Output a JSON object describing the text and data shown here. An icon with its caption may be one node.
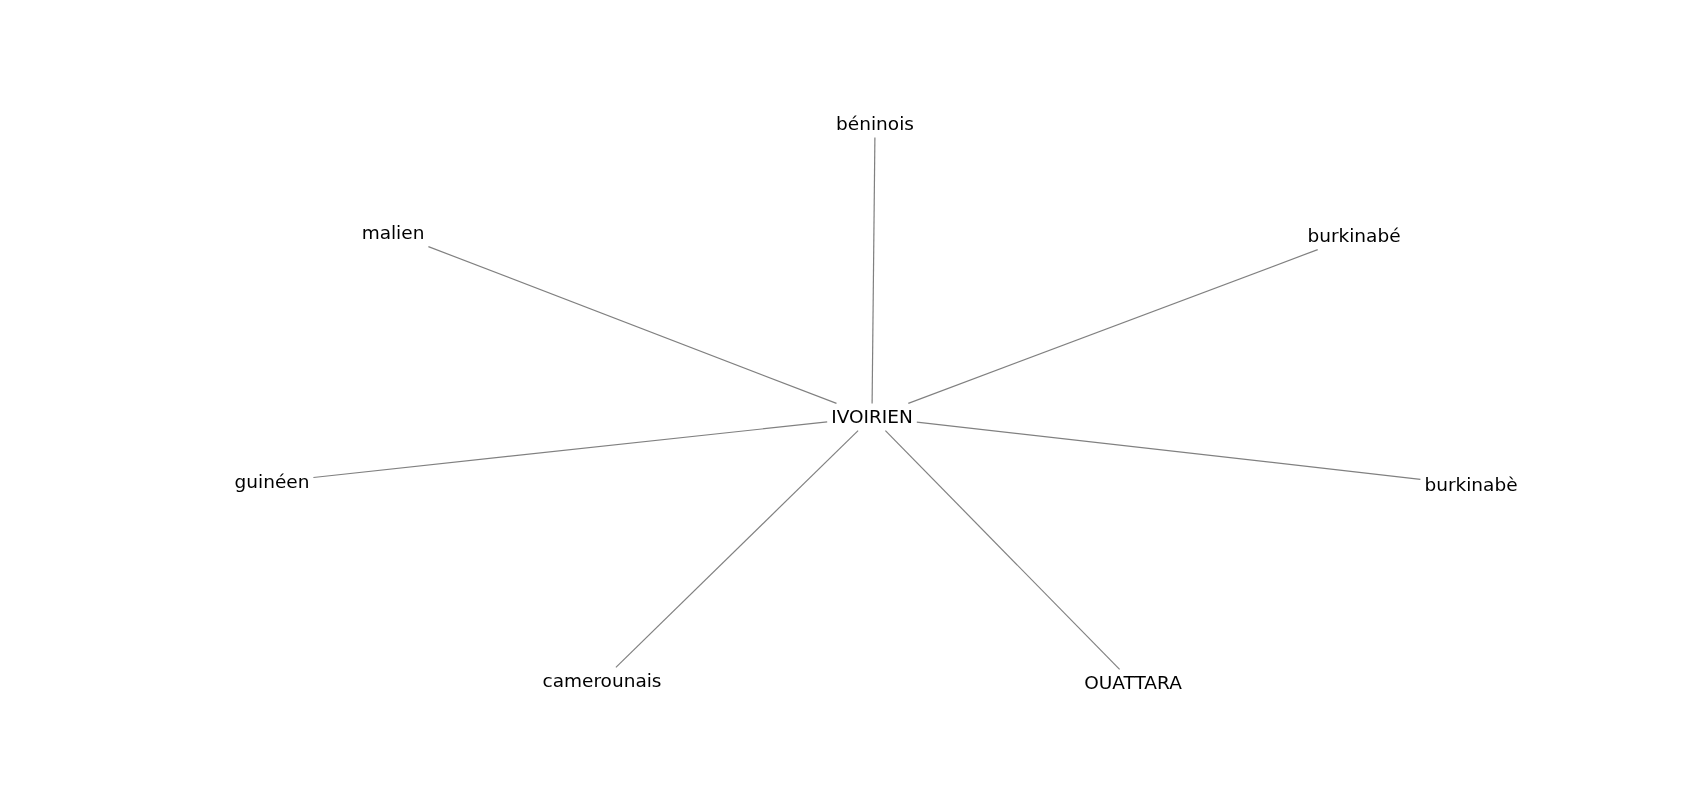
{
  "diagram": {
    "nodes": [
      {
        "text": [
          "béninois"
        ]
      },
      {
        "text": [
          "malien"
        ]
      },
      {
        "text": [
          "burkinabé"
        ]
      },
      {
        "text": [
          "IVOIRIEN"
        ]
      },
      {
        "text": [
          "guinéen"
        ]
      },
      {
        "text": [
          "burkinabè"
        ]
      },
      {
        "text": [
          "camerounais"
        ]
      },
      {
        "text": [
          "OUATTARA"
        ]
      }
    ],
    "edges": [
      {
        "from": 3,
        "to": 0,
        "arrow": "none"
      },
      {
        "from": 3,
        "to": 1,
        "arrow": "none"
      },
      {
        "from": 3,
        "to": 2,
        "arrow": "none"
      },
      {
        "from": 3,
        "to": 4,
        "arrow": "none"
      },
      {
        "from": 3,
        "to": 5,
        "arrow": "none"
      },
      {
        "from": 3,
        "to": 6,
        "arrow": "none"
      },
      {
        "from": 3,
        "to": 7,
        "arrow": "none"
      }
    ]
  }
}
